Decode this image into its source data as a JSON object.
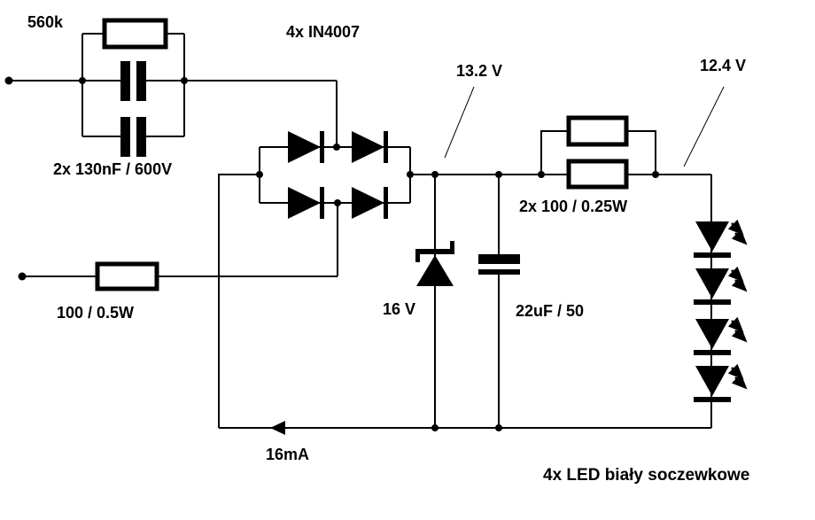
{
  "schematic": {
    "labels": {
      "input_resistor": "560k",
      "input_caps": "2x 130nF / 600V",
      "bridge_diodes": "4x IN4007",
      "rectified_voltage": "13.2 V",
      "led_voltage": "12.4 V",
      "series_resistors": "2x 100 / 0.25W",
      "inrush_resistor": "100 / 0.5W",
      "zener_voltage": "16 V",
      "filter_cap": "22uF / 50",
      "loop_current": "16mA",
      "led_string": "4x LED biały soczewkowe"
    },
    "colors": {
      "ink": "#000000",
      "background": "#ffffff"
    }
  }
}
